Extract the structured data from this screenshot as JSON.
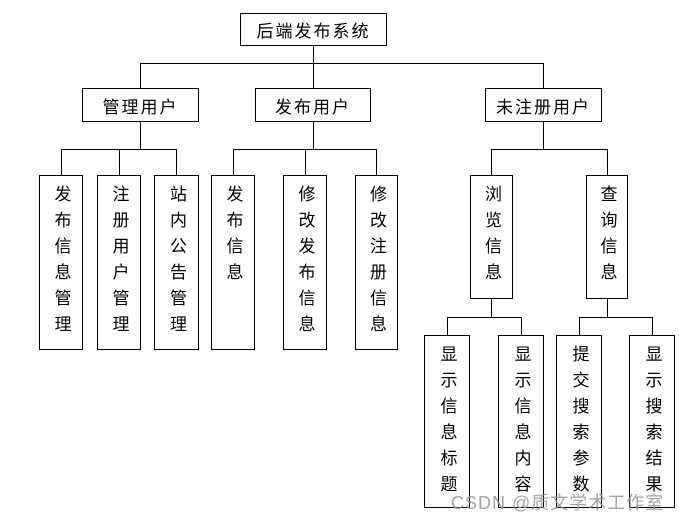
{
  "tree": {
    "label": "后端发布系统",
    "children": [
      {
        "label": "管理用户",
        "children": [
          {
            "label": "发布信息管理"
          },
          {
            "label": "注册用户管理"
          },
          {
            "label": "站内公告管理"
          }
        ]
      },
      {
        "label": "发布用户",
        "children": [
          {
            "label": "发布信息"
          },
          {
            "label": "修改发布信息"
          },
          {
            "label": "修改注册信息"
          }
        ]
      },
      {
        "label": "未注册用户",
        "children": [
          {
            "label": "浏览信息",
            "children": [
              {
                "label": "显示信息标题"
              },
              {
                "label": "显示信息内容"
              }
            ]
          },
          {
            "label": "查询信息",
            "children": [
              {
                "label": "提交搜索参数"
              },
              {
                "label": "显示搜索结果"
              }
            ]
          }
        ]
      }
    ]
  },
  "watermark": {
    "text": "CSDN @质文学术工作室"
  },
  "colors": {
    "line": "#000000",
    "box_border": "#000000",
    "box_fill": "#ffffff",
    "watermark": "#949494"
  }
}
